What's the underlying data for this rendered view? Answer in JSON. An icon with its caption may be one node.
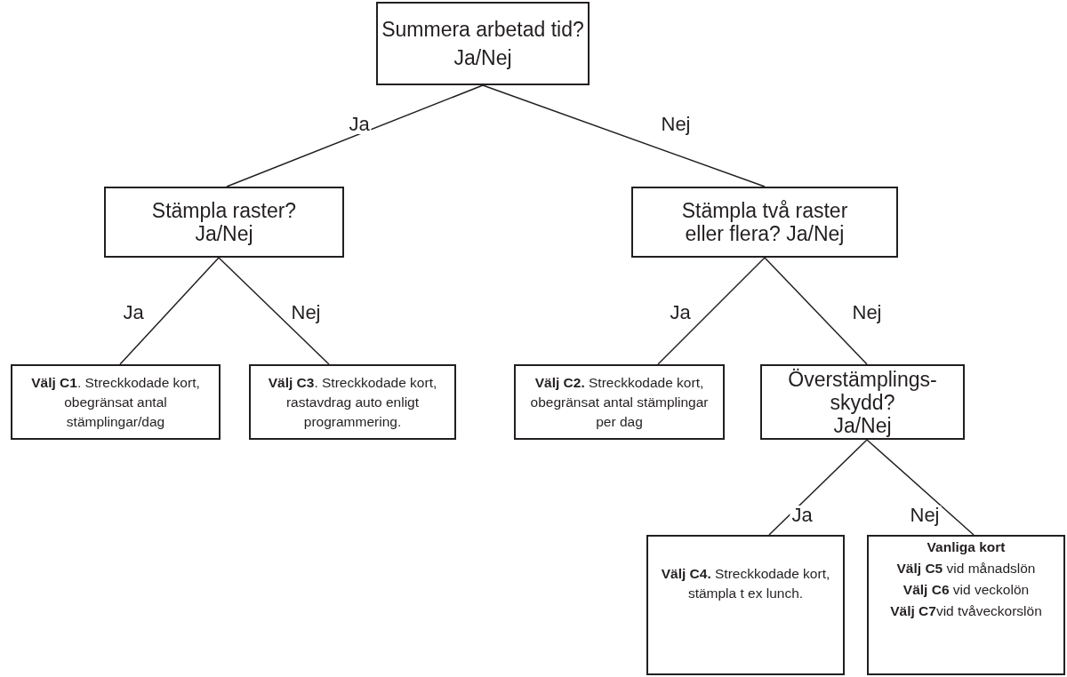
{
  "diagram": {
    "nodes": [
      {
        "text": [
          "Summera arbetad tid?",
          "Ja/Nej"
        ]
      },
      {
        "text": [
          "Stämpla raster?",
          "Ja/Nej"
        ]
      },
      {
        "text": [
          "Stämpla två raster eller flera? Ja/Nej"
        ]
      },
      {
        "text": [
          "**Välj C1**. Streckkodade kort, obegränsat antal stämplingar/dag"
        ]
      },
      {
        "text": [
          "**Välj C3**. Streckkodade kort, rastavdrag auto enligt programmering."
        ]
      },
      {
        "text": [
          "**Välj C2.** Streckkodade kort, obegränsat antal stämplingar per dag"
        ]
      },
      {
        "text": [
          "Överstämplings-skydd?",
          "Ja/Nej"
        ]
      },
      {
        "text": [
          "**Välj C4.** Streckkodade kort, stämpla t ex lunch."
        ]
      },
      {
        "text": [
          "Vanliga kort",
          "**Välj C5** vid månadslön",
          "**Välj C6** vid veckolön",
          "**Välj C7**vid tvåveckorslön"
        ]
      }
    ],
    "edges": [
      {
        "from": 0,
        "to": 1,
        "arrow": "none",
        "label": "Ja"
      },
      {
        "from": 0,
        "to": 2,
        "arrow": "none",
        "label": "Nej"
      },
      {
        "from": 1,
        "to": 3,
        "arrow": "none",
        "label": "Ja"
      },
      {
        "from": 1,
        "to": 4,
        "arrow": "none",
        "label": "Nej"
      },
      {
        "from": 2,
        "to": 5,
        "arrow": "none",
        "label": "Ja"
      },
      {
        "from": 2,
        "to": 6,
        "arrow": "none",
        "label": "Nej"
      },
      {
        "from": 6,
        "to": 7,
        "arrow": "none",
        "label": "Ja"
      },
      {
        "from": 6,
        "to": 8,
        "arrow": "none",
        "label": "Nej"
      }
    ]
  }
}
